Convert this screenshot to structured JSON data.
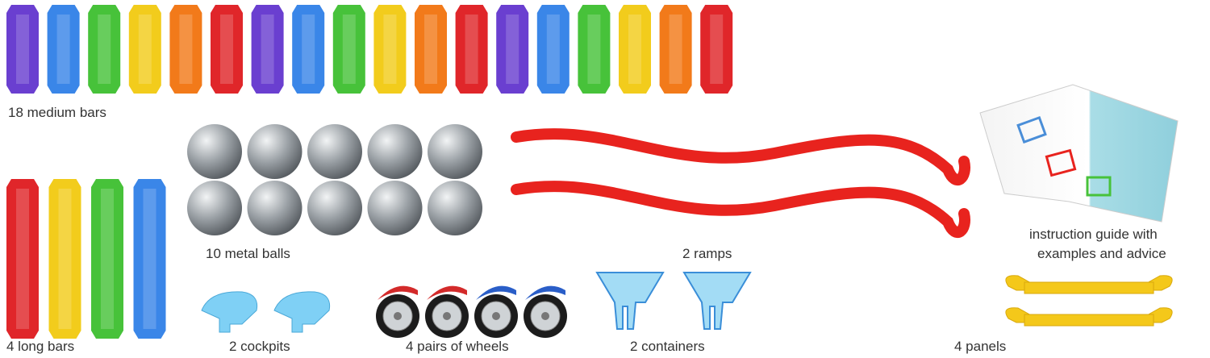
{
  "labels": {
    "medium_bars": "18 medium bars",
    "long_bars": "4  long bars",
    "metal_balls": "10 metal balls",
    "cockpits": "2 cockpits",
    "wheels": "4 pairs of wheels",
    "containers": "2 containers",
    "ramps": "2 ramps",
    "guide_line1": "instruction guide with",
    "guide_line2": "examples and advice",
    "panels": "4 panels"
  },
  "medium_bar_colors": [
    "#6a3fd0",
    "#3a86e8",
    "#47c23a",
    "#f2cc1c",
    "#f27a1a",
    "#e0262a",
    "#6a3fd0",
    "#3a86e8",
    "#47c23a",
    "#f2cc1c",
    "#f27a1a",
    "#e0262a",
    "#6a3fd0",
    "#3a86e8",
    "#47c23a",
    "#f2cc1c",
    "#f27a1a",
    "#e0262a"
  ],
  "long_bar_colors": [
    "#e0262a",
    "#f2cc1c",
    "#47c23a",
    "#3a86e8"
  ],
  "colors": {
    "ramp": "#e8231e",
    "panel": "#f4c81a",
    "container": "#8fd4f2",
    "cockpit": "#7fd0f5",
    "ball": "#8a8f94"
  }
}
